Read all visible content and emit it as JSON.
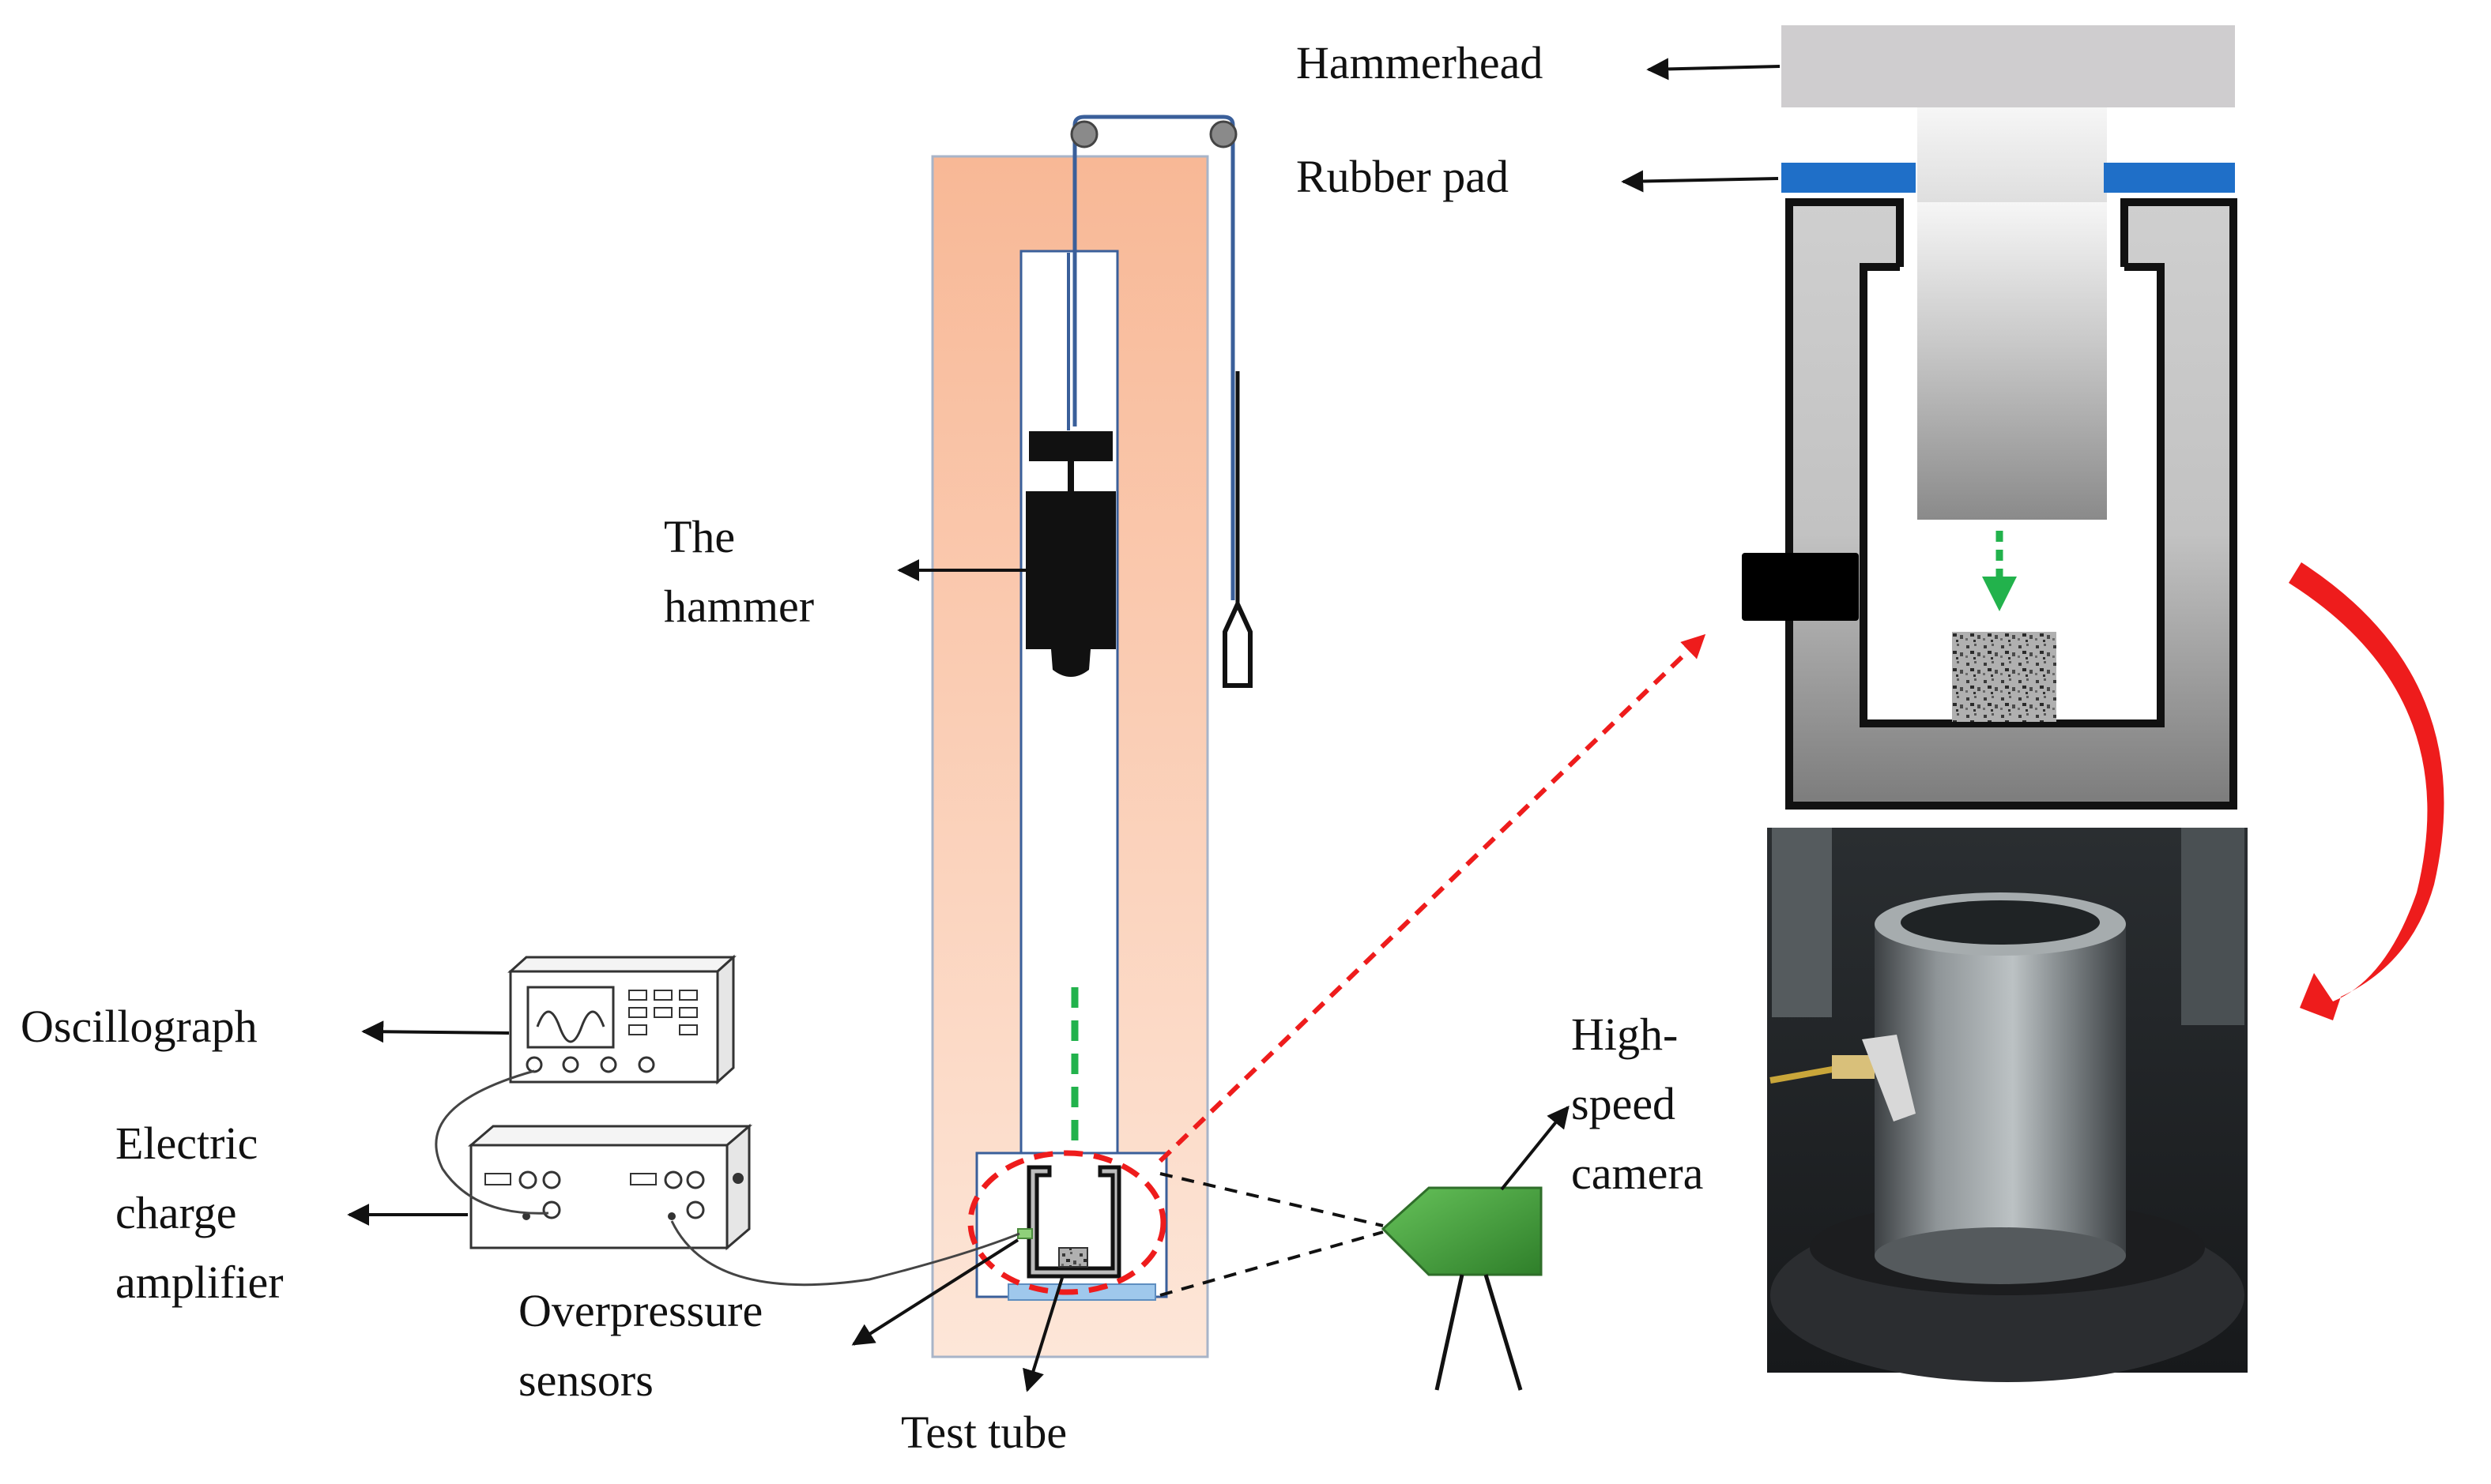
{
  "labels": {
    "hammerhead": "Hammerhead",
    "rubber_pad": "Rubber pad",
    "the_hammer": [
      "The",
      "hammer"
    ],
    "oscillograph": "Oscillograph",
    "charge_amplifier": [
      "Electric",
      "charge",
      "amplifier"
    ],
    "overpressure_sensors": [
      "Overpressure",
      "sensors"
    ],
    "test_tube": "Test tube",
    "high_speed_camera": [
      "High-",
      "speed",
      "camera"
    ]
  },
  "colors": {
    "frame": "#f8c0a0",
    "guide_rod": "#3a5f9a",
    "rubber_pad": "#1f6fc8",
    "hammerhead": "#cfcdcf",
    "chamber": "#c4c4c4",
    "flow_arrow": "#22b24c",
    "link_arrow": "#ee1c1c",
    "camera": "#3f9c38",
    "sample_base": "#9fc8ec"
  }
}
